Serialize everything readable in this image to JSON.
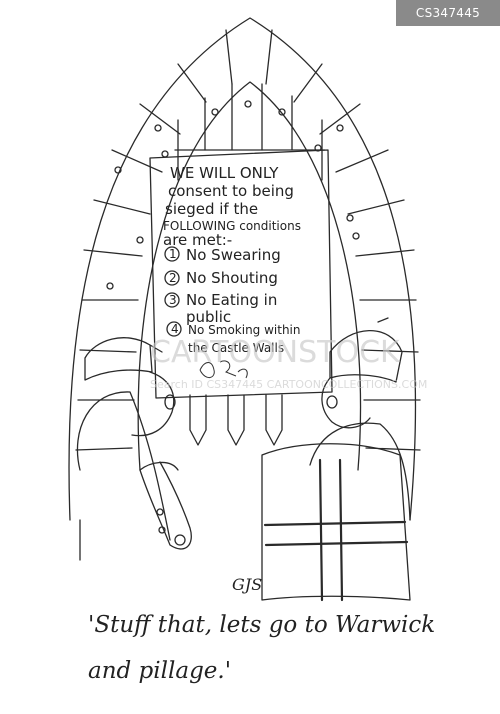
{
  "stock_id": "CS347445",
  "notice": {
    "lines": [
      "WE WILL ONLY",
      "consent to being",
      "sieged if the",
      "FOLLOWING conditions",
      "are met:-",
      "No Swearing",
      "No Shouting",
      "No Eating in",
      "public",
      "No Smoking within",
      "the Castle Walls"
    ],
    "numbers": [
      "1",
      "2",
      "3",
      "4"
    ]
  },
  "watermark": {
    "brand": "CARTOONSTOCK",
    "url": "Search ID CS347445 CARTOONCOLLECTIONS.COM"
  },
  "signature": "GJS",
  "caption": {
    "line1": "'Stuff that, lets go to Warwick",
    "line2": "and pillage.'"
  }
}
